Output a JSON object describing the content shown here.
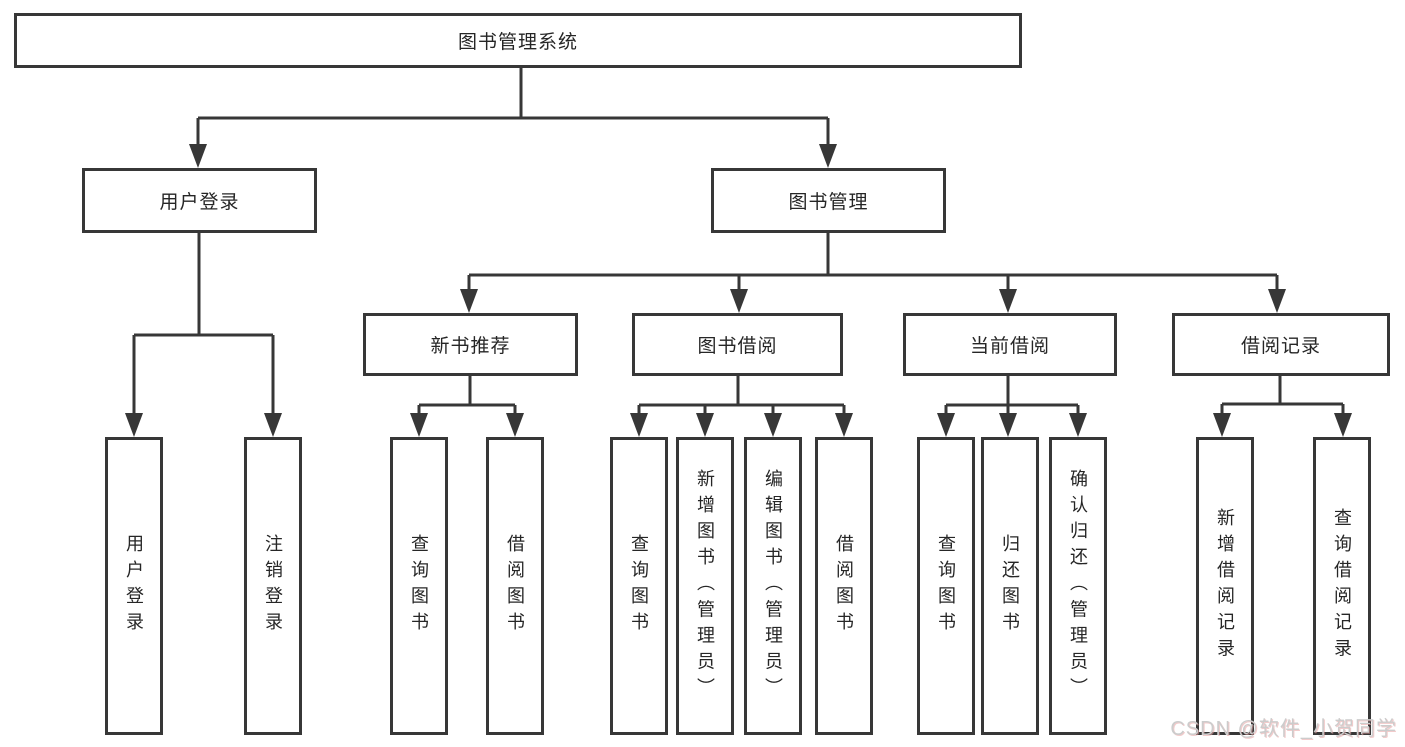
{
  "nodes": {
    "root": "图书管理系统",
    "user_login": "用户登录",
    "book_management": "图书管理",
    "new_book_recommend": "新书推荐",
    "book_borrowing": "图书借阅",
    "current_borrowing": "当前借阅",
    "borrowing_records": "借阅记录",
    "login": "用户登录",
    "logout": "注销登录",
    "recommend_query_books": "查询图书",
    "recommend_borrow_books": "借阅图书",
    "borrow_query_books": "查询图书",
    "borrow_add_books": "新增图书（管理员）",
    "borrow_edit_books": "编辑图书（管理员）",
    "borrow_borrow_books": "借阅图书",
    "current_query_books": "查询图书",
    "current_return_books": "归还图书",
    "current_confirm_return": "确认归还（管理员）",
    "records_add": "新增借阅记录",
    "records_query": "查询借阅记录"
  },
  "watermark": "CSDN @软件_小贺同学",
  "colors": {
    "line": "#373737",
    "text": "#262626",
    "watermark": "#cccccc"
  }
}
